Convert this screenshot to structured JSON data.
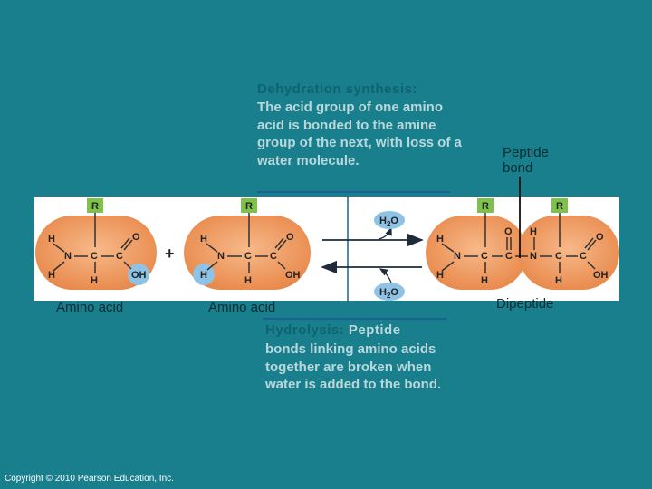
{
  "dehydration": {
    "title": "Dehydration synthesis:",
    "body": "The acid group of one amino acid is bonded to the amine group of the next, with loss of a water molecule."
  },
  "hydrolysis": {
    "title": "Hydrolysis:",
    "body_first": "Peptide",
    "body": "bonds linking amino acids together are broken when water is added to the bond."
  },
  "peptide_bond_label": "Peptide bond",
  "molecules": {
    "amino_acid_1": "Amino acid",
    "amino_acid_2": "Amino acid",
    "dipeptide": "Dipeptide"
  },
  "plus_sign": "+",
  "water_top": "H2O",
  "water_bottom": "H2O",
  "atoms": {
    "R": "R",
    "H": "H",
    "N": "N",
    "C": "C",
    "O": "O",
    "OH": "OH"
  },
  "copyright": "Copyright © 2010 Pearson Education, Inc.",
  "colors": {
    "background": "#197f8c",
    "molecule_fill": "#ec9a5e",
    "r_group": "#7dc24b",
    "water_blob": "#8fc3e6",
    "arrow": "#1f2a3a",
    "panel": "#ffffff"
  }
}
